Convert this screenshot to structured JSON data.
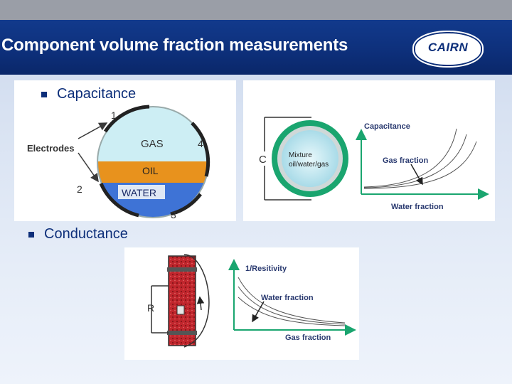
{
  "slide": {
    "title": "Component volume fraction measurements",
    "logo_text": "CAIRN"
  },
  "bullets": [
    {
      "label": "Capacitance"
    },
    {
      "label": "Conductance"
    }
  ],
  "capacitance_sensor": {
    "electrodes_label": "Electrodes",
    "electrode_numbers": [
      "1",
      "4",
      "2",
      "3"
    ],
    "layers": [
      "GAS",
      "OIL",
      "WATER"
    ],
    "colors": {
      "gas": "#cdeef4",
      "oil": "#e8921d",
      "water": "#3e73d6",
      "ring": "#3a3a3a"
    }
  },
  "capacitance_schematic": {
    "c_label": "C",
    "mixture_label_line1": "Mixture",
    "mixture_label_line2": "oil/water/gas",
    "ring_color": "#1aa56f"
  },
  "capacitance_graph": {
    "y_label": "Capacitance",
    "x_label": "Water fraction",
    "curve_label": "Gas fraction",
    "axis_color": "#1aa56f"
  },
  "conductance_schematic": {
    "r_label": "R",
    "pipe_color": "#c0262d"
  },
  "conductance_graph": {
    "y_label": "1/Resitivity",
    "x_label": "Gas fraction",
    "curve_label": "Water fraction",
    "axis_color": "#1aa56f"
  },
  "colors": {
    "title_bar": "#0d2f7a",
    "top_strip": "#9a9ea7",
    "accent": "#0d2f7a"
  }
}
